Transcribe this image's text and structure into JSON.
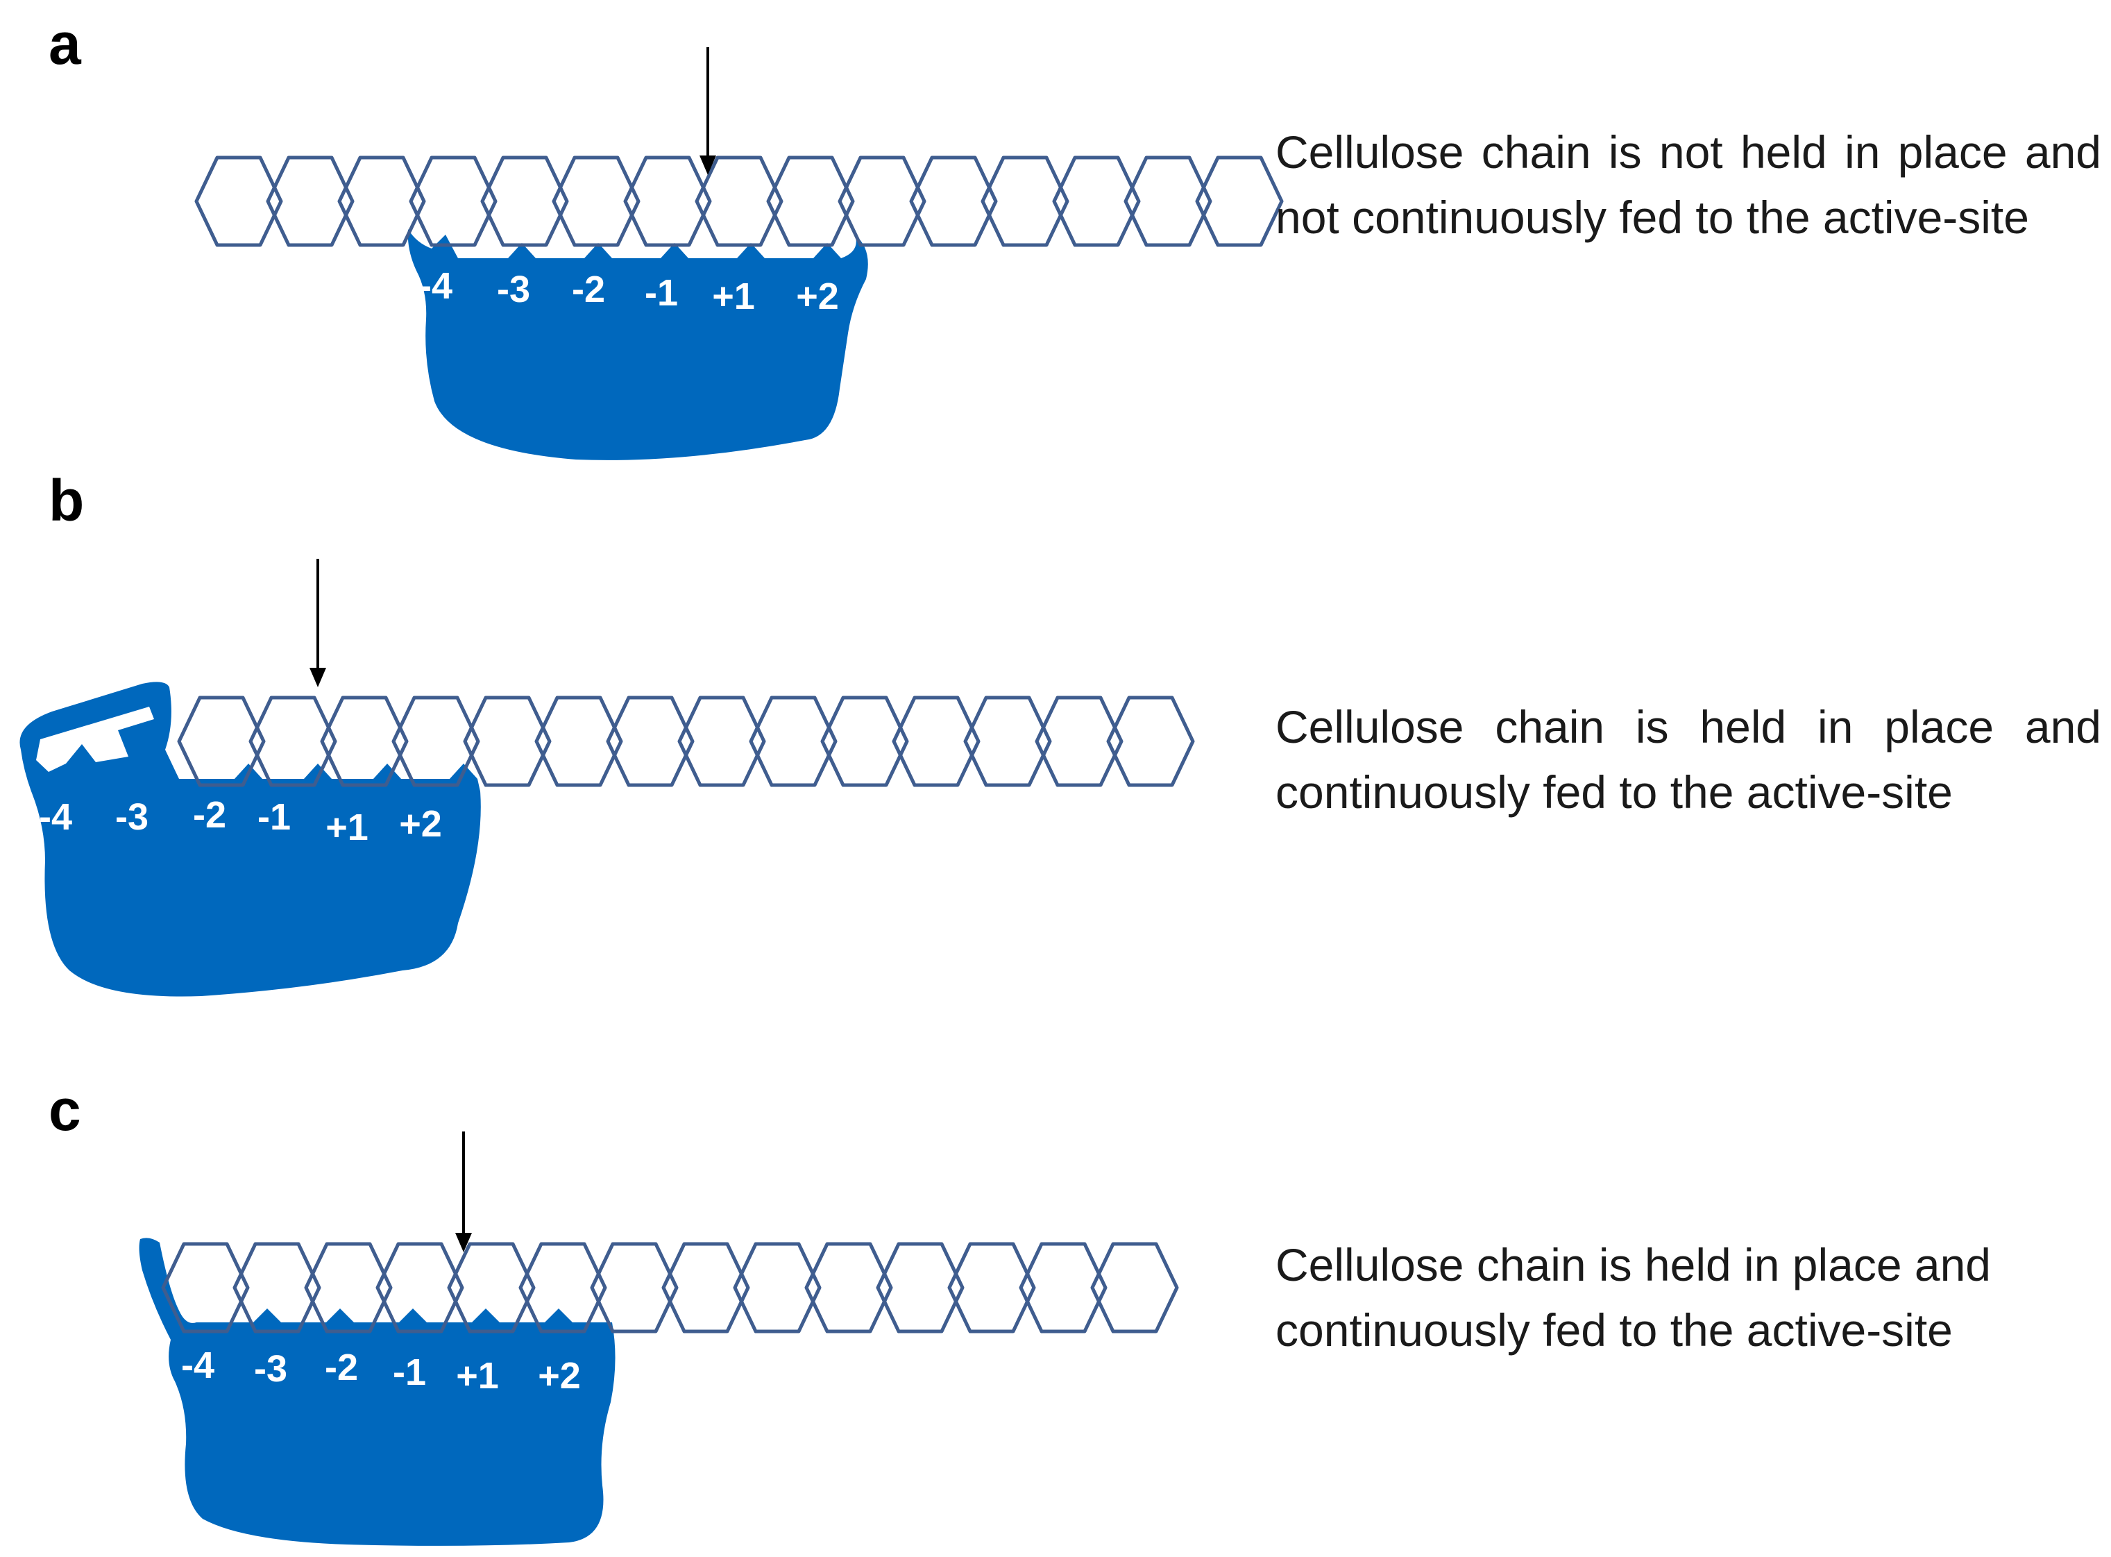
{
  "colors": {
    "enzyme": "#0068bd",
    "chain": "#3f5d8f",
    "arrow": "#000000",
    "text": "#1a1a1a"
  },
  "panels": [
    {
      "letter": "a",
      "sites": [
        "-4",
        "-3",
        "-2",
        "-1",
        "+1",
        "+2"
      ],
      "caption": "Cellulose chain is not held in place and not continuously fed to the active-site"
    },
    {
      "letter": "b",
      "sites": [
        "-4",
        "-3",
        "-2",
        "-1",
        "+1",
        "+2"
      ],
      "caption": "Cellulose chain is held in place and continuously fed to the active-site"
    },
    {
      "letter": "c",
      "sites": [
        "-4",
        "-3",
        "-2",
        "-1",
        "+1",
        "+2"
      ],
      "caption": "Cellulose chain is held in place and continuously fed to the active-site"
    }
  ]
}
